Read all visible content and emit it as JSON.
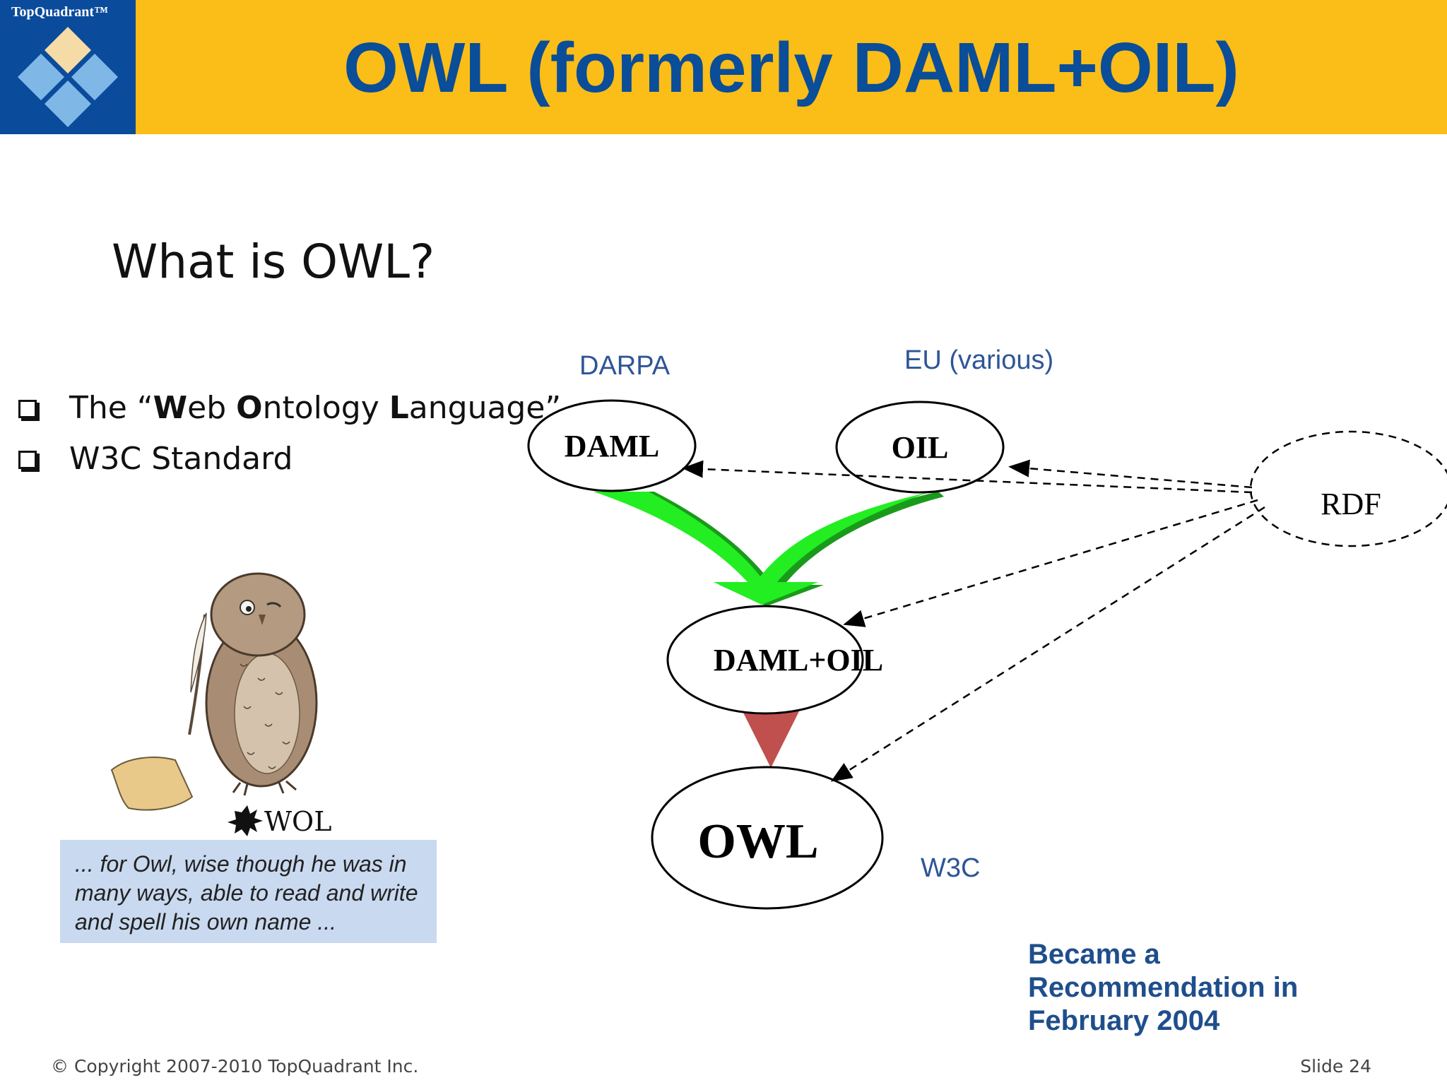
{
  "header": {
    "logo_text": "TopQuadrant™",
    "title": "OWL (formerly DAML+OIL)"
  },
  "subtitle": "What is OWL?",
  "bullets": [
    {
      "parts": [
        "The “",
        "W",
        "eb ",
        "O",
        "ntology ",
        "L",
        "anguage”"
      ]
    },
    {
      "text": "W3C Standard"
    }
  ],
  "owl_image": {
    "caption": "WOL"
  },
  "quote": "... for Owl, wise though he was in many ways, able to read and write and spell his own name ...",
  "diagram": {
    "labels": {
      "darpa": "DARPA",
      "eu": "EU (various)",
      "w3c": "W3C"
    },
    "nodes": {
      "daml": "DAML",
      "oil": "OIL",
      "daml_oil": "DAML+OIL",
      "owl": "OWL",
      "rdf": "RDF"
    },
    "colors": {
      "merge_arrow": "#22ee22",
      "merge_shadow": "#1a9a1a",
      "down_arrow": "#c0504d"
    }
  },
  "note": {
    "lines": [
      "Became a",
      "Recommendation in",
      "February 2004"
    ]
  },
  "footer": {
    "copyright": "© Copyright 2007-2010 TopQuadrant Inc.",
    "slide": "Slide 24"
  }
}
